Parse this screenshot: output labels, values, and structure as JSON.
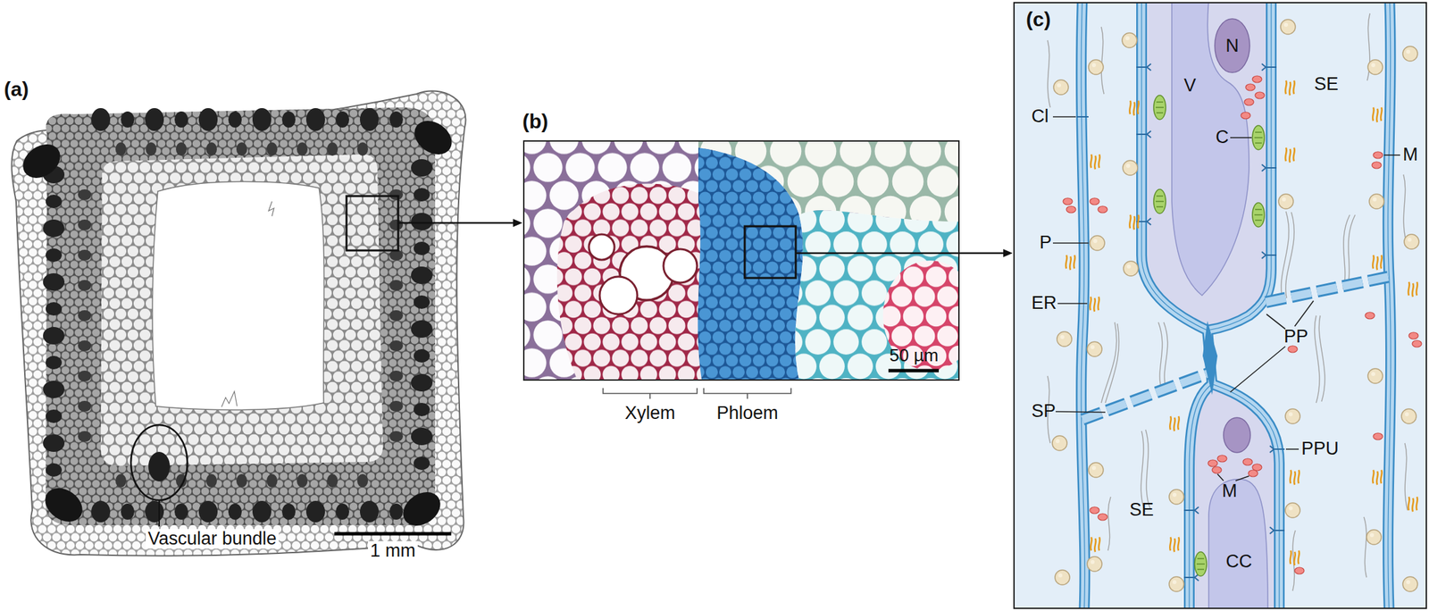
{
  "diagram": {
    "labels": [
      "(a)",
      "Vascular bundle",
      "1 mm",
      "(b)",
      "50 µm",
      "Xylem",
      "Phloem",
      "(c)",
      "N",
      "V",
      "SE",
      "Cl",
      "C",
      "M",
      "P",
      "ER",
      "PP",
      "SP",
      "PPU",
      "M",
      "SE",
      "CC"
    ]
  }
}
